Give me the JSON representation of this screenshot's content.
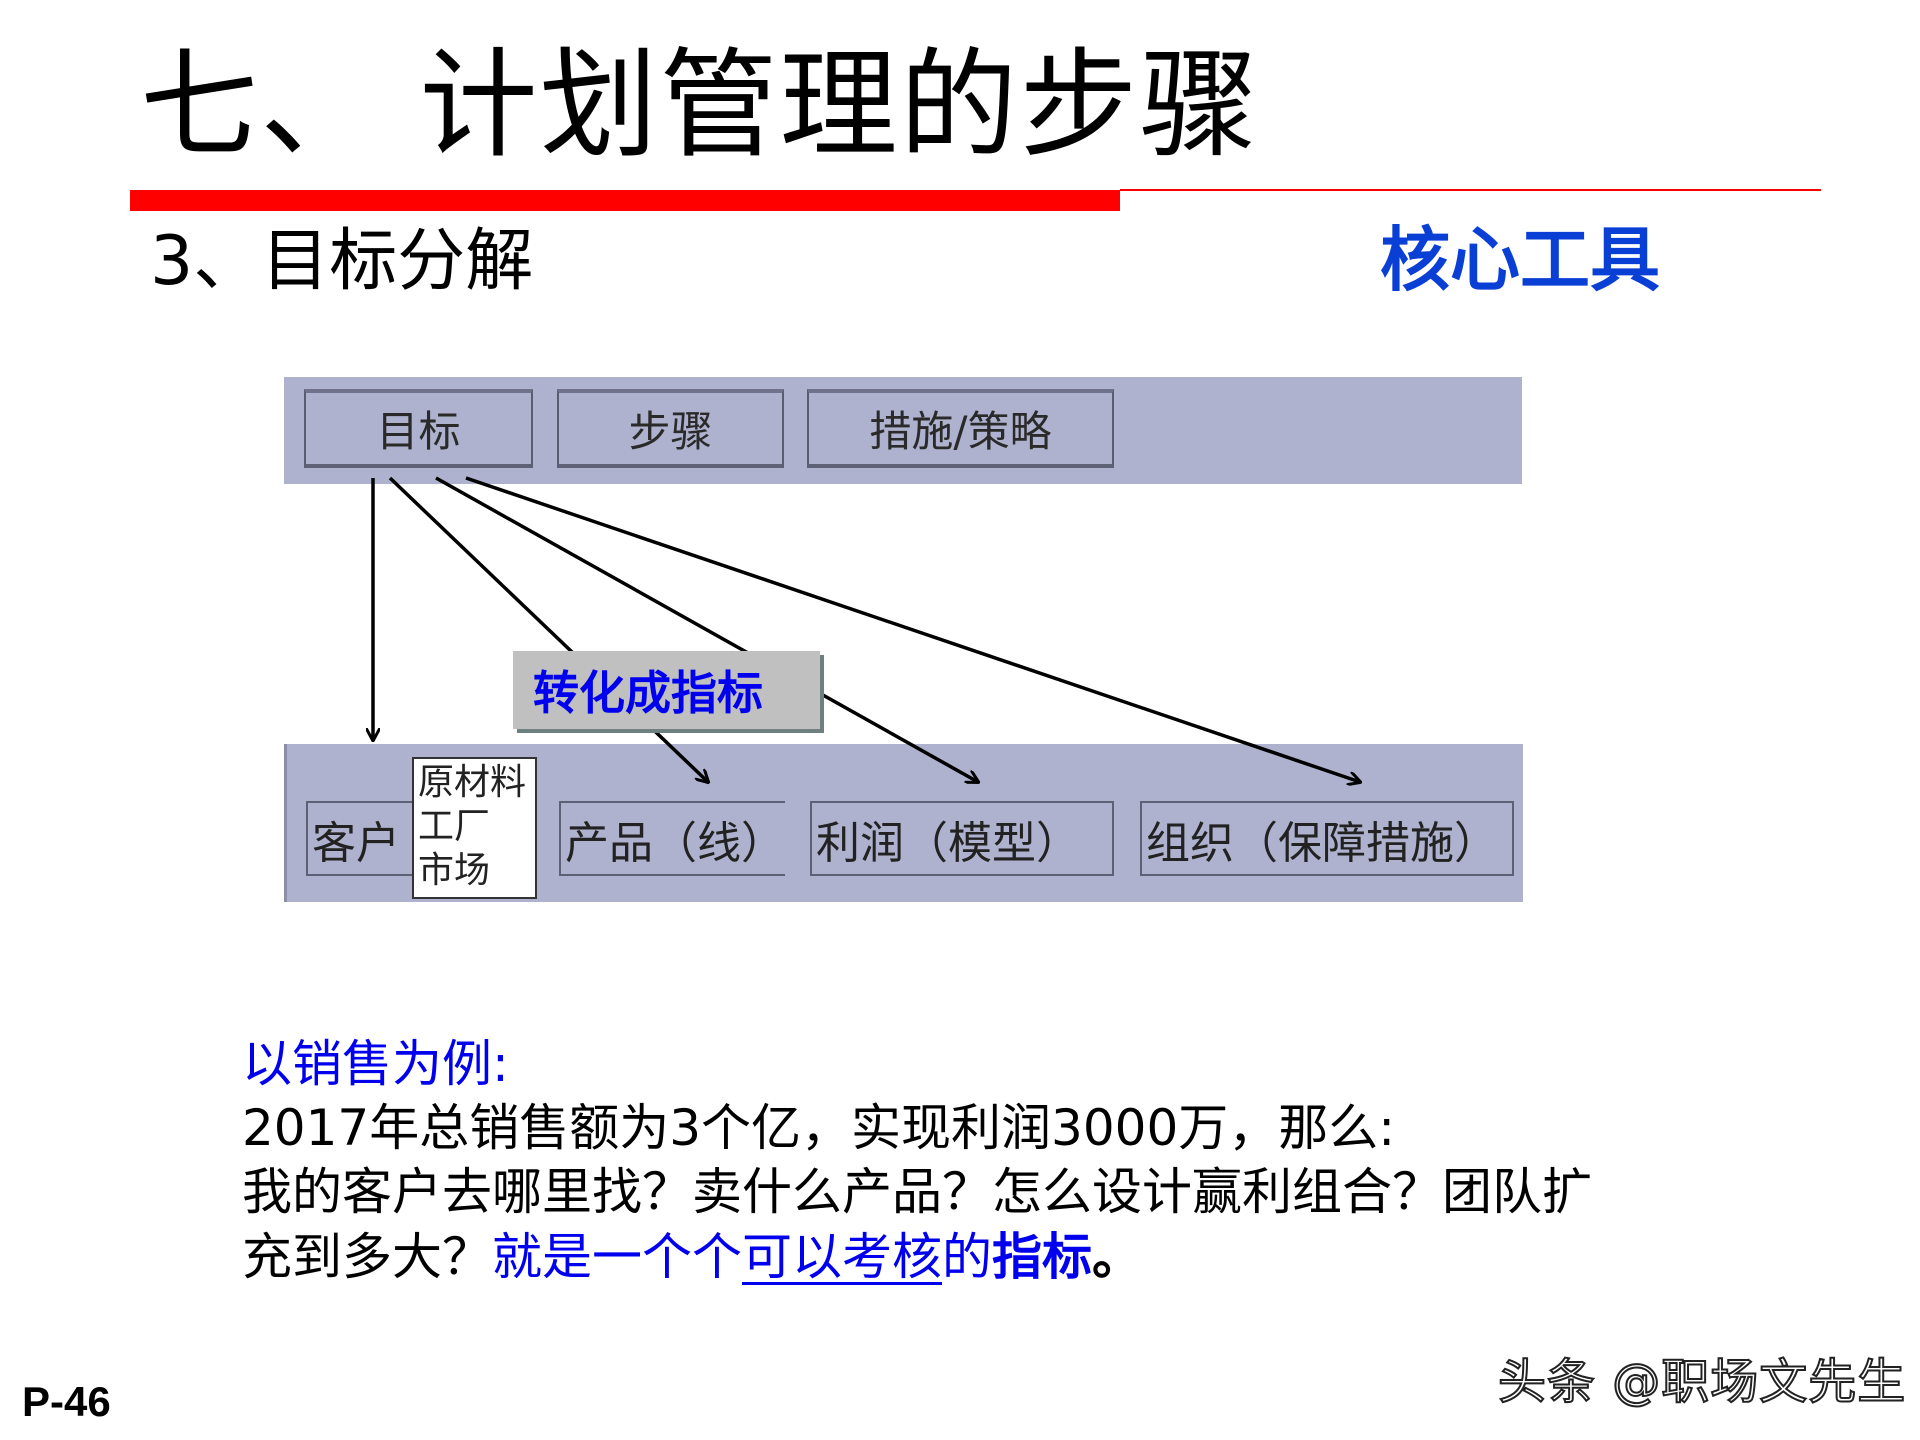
{
  "slide": {
    "title": "七、 计划管理的步骤",
    "subtitle": "3、目标分解",
    "core_label": "核心工具",
    "page_number": "P-46",
    "watermark": "头条 @职场文先生",
    "accent_colors": {
      "red_rule": "#ff0000",
      "core_blue": "#0a3fd6",
      "text_blue": "#0000ee",
      "bar_bg": "#aeb2ce",
      "label_bg": "#c0c0c0"
    }
  },
  "diagram": {
    "top_buttons": [
      {
        "label": "目标"
      },
      {
        "label": "步骤"
      },
      {
        "label": "措施/策略"
      }
    ],
    "connector_label": "转化成指标",
    "bottom_items": [
      {
        "label": "客户"
      },
      {
        "label": "产品（线）"
      },
      {
        "label": "利润（模型）"
      },
      {
        "label": "组织（保障措施）"
      }
    ],
    "popup_list": [
      "原材料",
      "工厂",
      "市场"
    ]
  },
  "example": {
    "heading": "以销售为例:",
    "line1": "2017年总销售额为3个亿，实现利润3000万，那么:",
    "line2": "我的客户去哪里找？卖什么产品？怎么设计赢利组合？团队扩",
    "line3_black": "充到多大？",
    "line3_blue_a": "就是一个个",
    "line3_blue_underlined": "可以考核",
    "line3_blue_b": "的",
    "line3_blue_bold": "指标",
    "line3_end": "。"
  }
}
